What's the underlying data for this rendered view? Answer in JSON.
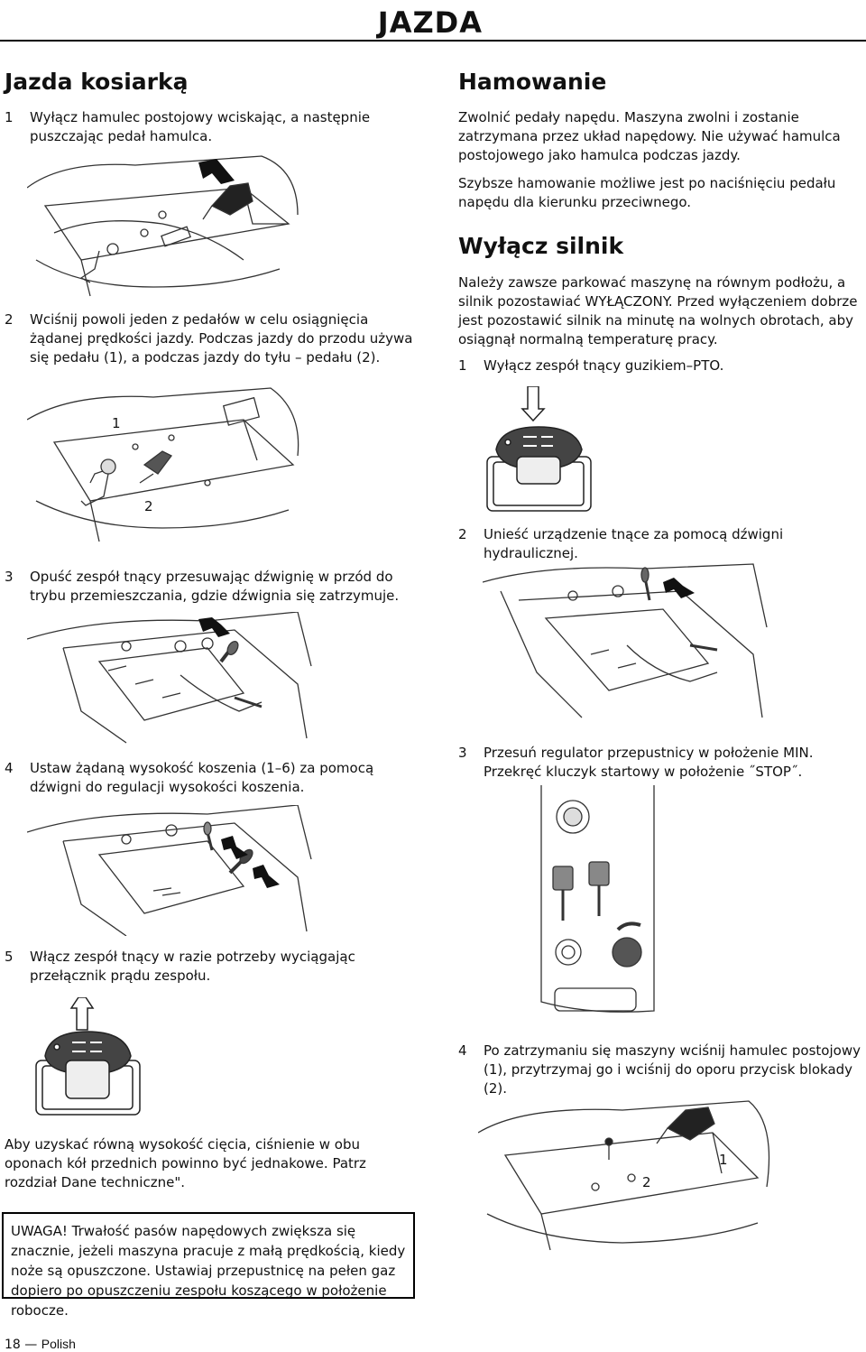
{
  "header": {
    "title": "JAZDA"
  },
  "left": {
    "section_title": "Jazda kosiarką",
    "steps": [
      {
        "num": "1",
        "text": "Wyłącz hamulec postojowy wciskając, a następnie puszczając pedał hamulca."
      },
      {
        "num": "2",
        "text": "Wciśnij powoli jeden z pedałów w celu osiągnięcia żądanej prędkości jazdy. Podczas jazdy do przodu używa się pedału (1), a podczas jazdy do tyłu – pedału (2)."
      },
      {
        "num": "3",
        "text": "Opuść zespół tnący przesuwając dźwignię w przód do trybu przemieszczania, gdzie dźwignia się zatrzymuje."
      },
      {
        "num": "4",
        "text": "Ustaw żądaną wysokość koszenia (1–6) za pomocą dźwigni do regulacji wysokości koszenia."
      },
      {
        "num": "5",
        "text": "Włącz zespół tnący w razie potrzeby wyciągając przełącznik prądu zespołu."
      }
    ],
    "fig2_labels": {
      "a": "1",
      "b": "2"
    },
    "tire_note": "Aby uzyskać równą wysokość cięcia, ciśnienie w obu oponach kół przednich powinno być jednakowe. Patrz rozdział Dane techniczne\".",
    "warning": "UWAGA! Trwałość pasów napędowych zwiększa się znacznie, jeżeli maszyna pracuje z małą prędkością, kiedy noże są opuszczone. Ustawiaj przepustnicę na pełen gaz dopiero po opuszczeniu zespołu koszącego w położenie robocze."
  },
  "right": {
    "braking": {
      "title": "Hamowanie",
      "p1": "Zwolnić pedały napędu. Maszyna zwolni i zostanie zatrzymana przez układ napędowy. Nie używać hamulca postojowego jako hamulca podczas jazdy.",
      "p2": "Szybsze hamowanie możliwe jest po naciśnięciu pedału napędu dla kierunku przeciwnego."
    },
    "engine_off": {
      "title": "Wyłącz silnik",
      "p1": "Należy zawsze parkować maszynę na równym podłożu, a silnik pozostawiać WYŁĄCZONY. Przed wyłączeniem dobrze jest pozostawić silnik na minutę na wolnych obrotach, aby osiągnął normalną temperaturę pracy.",
      "steps": [
        {
          "num": "1",
          "text": "Wyłącz zespół tnący guzikiem–PTO."
        },
        {
          "num": "2",
          "text": "Unieść urządzenie tnące za pomocą dźwigni hydraulicznej."
        },
        {
          "num": "3",
          "text": "Przesuń regulator przepustnicy w położenie MIN. Przekręć kluczyk startowy w położenie ˝STOP˝."
        },
        {
          "num": "4",
          "text": "Po zatrzymaniu się maszyny wciśnij hamulec postojowy (1), przytrzymaj go i wciśnij do oporu przycisk blokady (2)."
        }
      ],
      "fig_brake_labels": {
        "a": "1",
        "b": "2"
      }
    }
  },
  "footer": {
    "page": "18",
    "dash": "—",
    "lang": "Polish"
  }
}
